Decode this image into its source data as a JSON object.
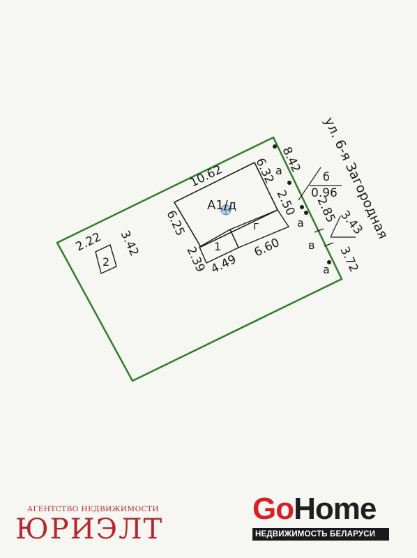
{
  "street": "ул. 6-я Загородная",
  "building": {
    "label": "А1/д",
    "top_length": "10.62",
    "left_height": "6.25",
    "right_height": "6.32",
    "bottom_length": "6.60"
  },
  "annex_g": {
    "label": "г",
    "height": "2.50"
  },
  "annex_1": {
    "label": "1",
    "height": "2.39",
    "width": "4.49"
  },
  "shed": {
    "label": "2",
    "width": "2.22",
    "height": "3.42"
  },
  "boundary": {
    "segments": [
      "8.42",
      "2.85",
      "3.72"
    ],
    "letters": [
      "а",
      "а",
      "в",
      "а"
    ],
    "callouts": [
      {
        "letter": "б",
        "value": "0.96"
      },
      {
        "value": "3.43"
      }
    ]
  },
  "colors": {
    "boundary": "#2f7d2a",
    "lines": "#1c1c1c",
    "brand_red": "#b5262c",
    "gohome_red": "#d71f26"
  },
  "logos": {
    "agency_small": "АГЕНТСТВО НЕДВИЖИМОСТИ",
    "agency_big": "ЮРИЭЛТ",
    "gohome_go": "Go",
    "gohome_home": "Home",
    "gohome_tagline": "НЕДВИЖИМОСТЬ БЕЛАРУСИ"
  }
}
